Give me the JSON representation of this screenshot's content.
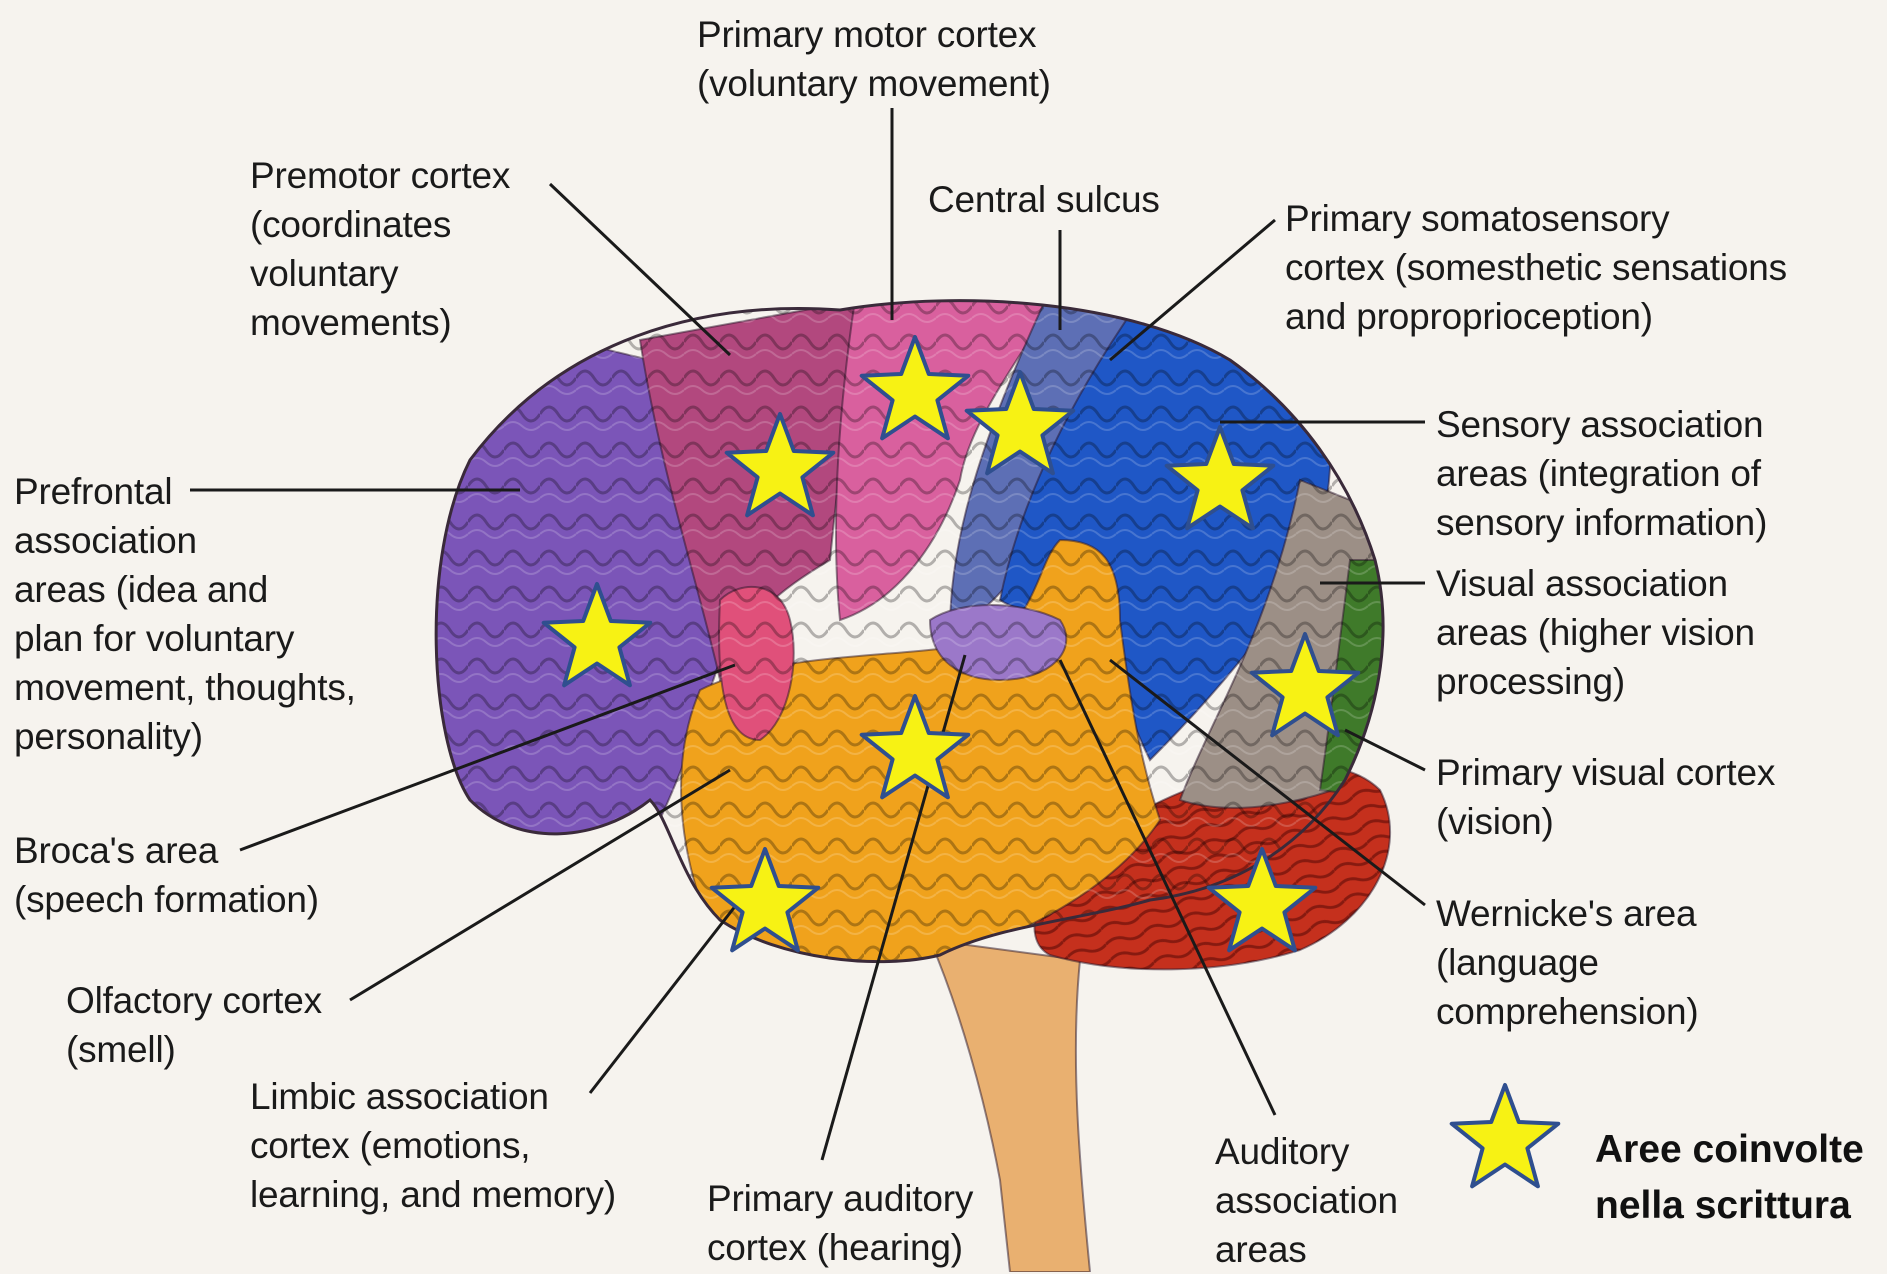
{
  "labels": {
    "primary_motor": "Primary motor cortex\n(voluntary movement)",
    "premotor": "Premotor cortex\n(coordinates\nvoluntary\nmovements)",
    "central_sulcus": "Central sulcus",
    "somatosensory": "Primary somatosensory\ncortex (somesthetic sensations\nand proproprioception)",
    "sensory_association": "Sensory association\nareas (integration of\nsensory information)",
    "visual_association": "Visual association\nareas (higher vision\nprocessing)",
    "primary_visual": "Primary visual cortex\n(vision)",
    "wernicke": "Wernicke's area\n(language\ncomprehension)",
    "auditory_association": "Auditory\nassociation\nareas",
    "primary_auditory": "Primary auditory\ncortex (hearing)",
    "limbic": "Limbic association\ncortex (emotions,\nlearning, and memory)",
    "olfactory": "Olfactory cortex\n(smell)",
    "broca": "Broca's area\n(speech formation)",
    "prefrontal": "Prefrontal\nassociation\nareas (idea and\nplan for voluntary\nmovement, thoughts,\npersonality)"
  },
  "legend": {
    "text": "Aree coinvolte\nnella scrittura",
    "star_fill": "#f7f214",
    "star_stroke": "#2f4f8f"
  },
  "region_colors": {
    "prefrontal": "#7b55b8",
    "premotor": "#b2487e",
    "primary_motor": "#d9609e",
    "somatosensory": "#5d6fb5",
    "sensory_association": "#1f57c6",
    "visual_association": "#9c8f86",
    "primary_visual": "#3f7a2a",
    "temporal": "#f0a21c",
    "cerebellum": "#c5301d",
    "brainstem": "#e9b070",
    "broca": "#e0507a",
    "auditory": "#9b78c9"
  }
}
